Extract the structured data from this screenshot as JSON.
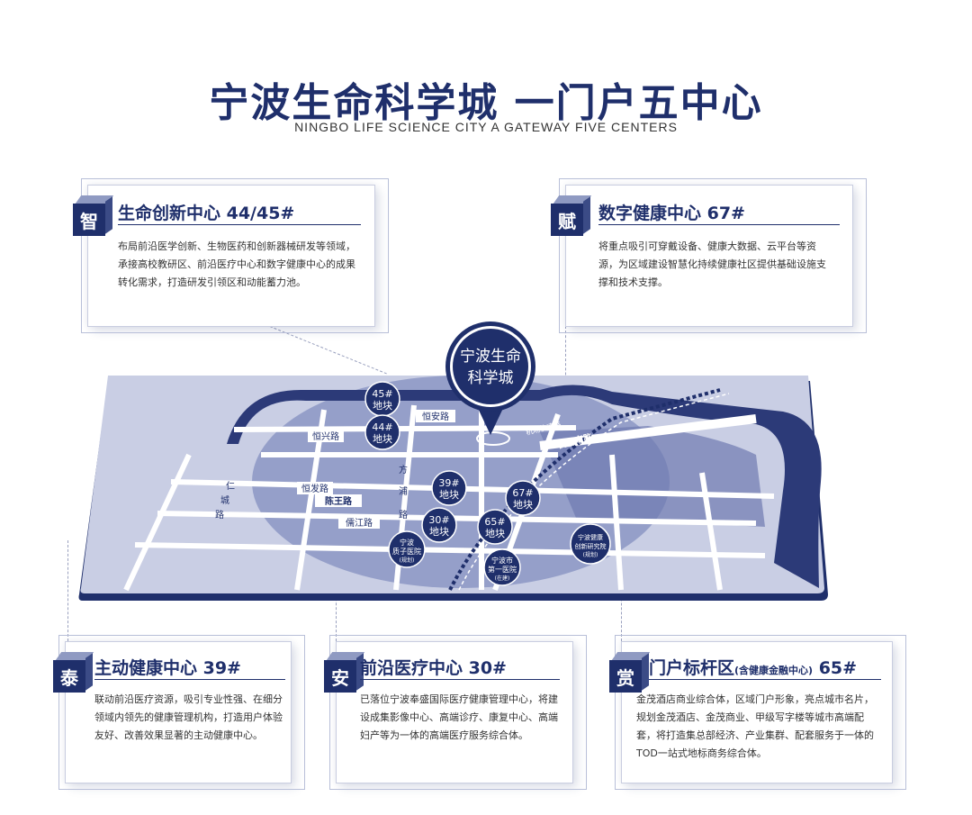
{
  "header": {
    "title": "宁波生命科学城  一门户五中心",
    "subtitle": "NINGBO LIFE SCIENCE CITY A GATEWAY FIVE CENTERS"
  },
  "cards": {
    "smart": {
      "badge": "智",
      "title": "生命创新中心 44/45#",
      "body": "布局前沿医学创新、生物医药和创新器械研发等领域，承接高校教研区、前沿医疗中心和数字健康中心的成果转化需求，打造研发引领区和动能蓄力池。"
    },
    "digital": {
      "badge": "赋",
      "title": "数字健康中心 67#",
      "body": "将重点吸引可穿戴设备、健康大数据、云平台等资源，为区域建设智慧化持续健康社区提供基础设施支撑和技术支撑。"
    },
    "health": {
      "badge": "泰",
      "title": "主动健康中心 39#",
      "body": "联动前沿医疗资源，吸引专业性强、在细分领域内领先的健康管理机构，打造用户体验友好、改善效果显著的主动健康中心。"
    },
    "medical": {
      "badge": "安",
      "title": "前沿医疗中心 30#",
      "body": "已落位宁波奉盛国际医疗健康管理中心，将建设成集影像中心、高端诊疗、康复中心、高端妇产等为一体的高端医疗服务综合体。"
    },
    "gateway": {
      "badge": "赏",
      "title_main": "门户标杆区",
      "title_note": "(含健康金融中心)",
      "title_num": "65#",
      "body": "金茂酒店商业综合体，区域门户形象，亮点城市名片，规划金茂酒店、金茂商业、甲级写字楼等城市高端配套，将打造集总部经济、产业集群、配套服务于一体的TOD一站式地标商务综合体。"
    }
  },
  "map": {
    "pin_line1": "宁波生命",
    "pin_line2": "科学城",
    "roads": {
      "hengan": "恒安路",
      "hengxing": "恒兴路",
      "hengfa": "恒发路",
      "chenwang": "陈王路",
      "rujiang": "儒江路",
      "fangpu1": "方",
      "fangpu2": "浦",
      "fangpu3": "路",
      "renyi1": "仁",
      "renyi2": "城",
      "renyi3": "路",
      "airport": "机场南路",
      "express": "机场快速路"
    },
    "plots": [
      {
        "line1": "45#",
        "line2": "地块"
      },
      {
        "line1": "44#",
        "line2": "地块"
      },
      {
        "line1": "39#",
        "line2": "地块"
      },
      {
        "line1": "67#",
        "line2": "地块"
      },
      {
        "line1": "30#",
        "line2": "地块"
      },
      {
        "line1": "65#",
        "line2": "地块"
      }
    ],
    "hospitals": [
      {
        "line1": "宁波",
        "line2": "质子医院",
        "line3": "(规划)"
      },
      {
        "line1": "宁波市",
        "line2": "第一医院",
        "line3": "(在建)"
      },
      {
        "line1": "宁波健康",
        "line2": "创新研究院",
        "line3": "(规划)"
      }
    ]
  },
  "colors": {
    "navy": "#1f2f6b",
    "map_base": "#c9cee4",
    "map_circle": "#8c97c4",
    "river": "#2c3a78"
  }
}
